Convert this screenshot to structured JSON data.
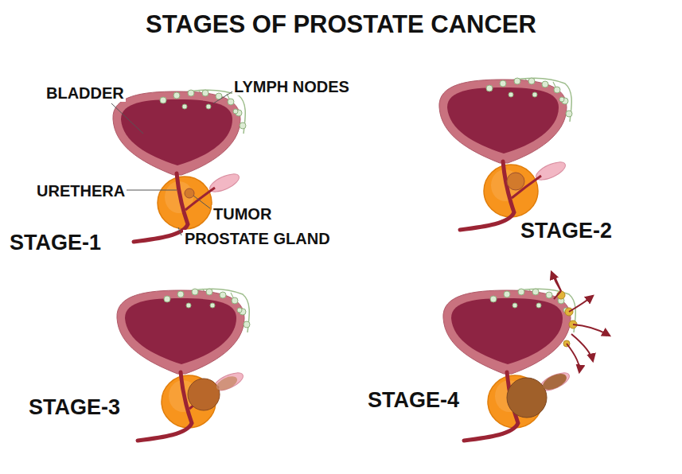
{
  "diagram": {
    "title": "STAGES OF PROSTATE CANCER",
    "labels": [
      "BLADDER",
      "LYMPH NODES",
      "URETHERA",
      "TUMOR",
      "PROSTATE GLAND",
      "STAGE-1",
      "STAGE-2",
      "STAGE-3",
      "STAGE-4"
    ]
  }
}
